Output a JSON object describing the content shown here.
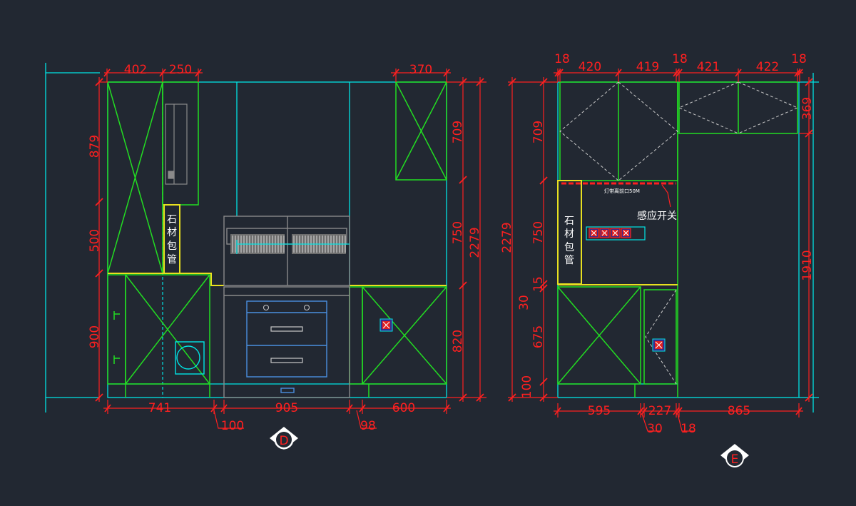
{
  "colors": {
    "background": "#222832",
    "outline": "#00e5e5",
    "cabinet": "#22dd22",
    "countertop": "#e8e020",
    "dimension": "#ff2020",
    "appliance": "#8a8a8a",
    "hidden": "#c8c8c8",
    "text": "#ffffff"
  },
  "elevation_d": {
    "marker": "D",
    "top_dims": [
      "402",
      "250",
      "370"
    ],
    "left_dims": [
      "879",
      "500",
      "900"
    ],
    "right_dims": [
      "709",
      "750",
      "820"
    ],
    "total_height": "2279",
    "bottom_dims": [
      "741",
      "905",
      "600"
    ],
    "bottom_extra_dims": [
      "100",
      "98"
    ],
    "pipe_label": [
      "石",
      "材",
      "包",
      "管"
    ]
  },
  "elevation_e": {
    "marker": "E",
    "top_dims": [
      "18",
      "420",
      "419",
      "18",
      "421",
      "422",
      "18"
    ],
    "total_height": "2279",
    "left_dims": [
      "709",
      "750",
      "15",
      "30",
      "675",
      "100"
    ],
    "right_dims": [
      "369",
      "1910"
    ],
    "bottom_dims": [
      "595",
      "227",
      "865"
    ],
    "bottom_extra_dims": [
      "30",
      "18"
    ],
    "pipe_label": [
      "石",
      "材",
      "包",
      "管"
    ],
    "light_note": "灯带离前口50M",
    "sensor_label": "感应开关"
  }
}
